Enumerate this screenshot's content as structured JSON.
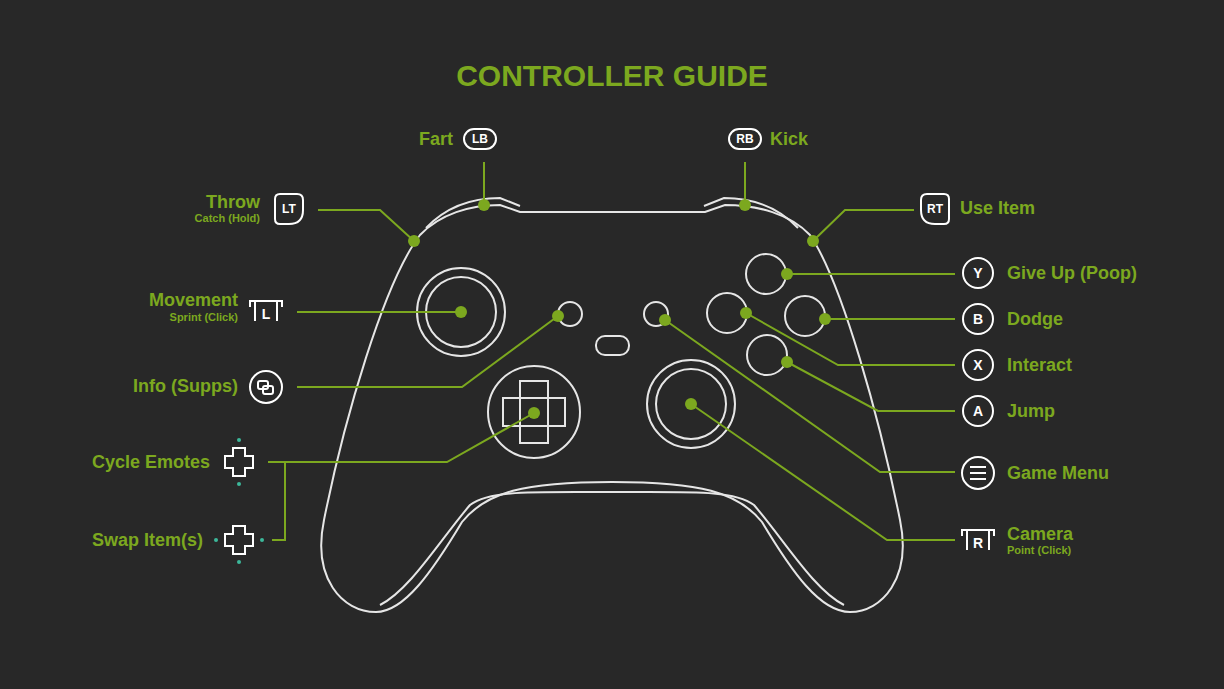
{
  "diagram": {
    "title": "CONTROLLER GUIDE",
    "nodes": [
      {
        "text": [
          "LB"
        ]
      },
      {
        "text": [
          "RB"
        ]
      },
      {
        "text": [
          "LT"
        ]
      },
      {
        "text": [
          "RT"
        ]
      },
      {
        "text": [
          "Y"
        ]
      },
      {
        "text": [
          "L"
        ]
      },
      {
        "text": [
          "B"
        ]
      },
      {
        "text": [
          "X"
        ]
      },
      {
        "text": [
          "A"
        ]
      },
      {
        "text": [
          "R"
        ]
      }
    ],
    "labels": [
      "Fart",
      "Kick",
      "Throw",
      "Catch (Hold)",
      "Use Item",
      "Give Up (Poop)",
      "Movement",
      "Sprint (Click)",
      "Dodge",
      "Interact",
      "Info (Supps)",
      "Jump",
      "Cycle Emotes",
      "Game Menu",
      "Swap Item(s)",
      "Camera",
      "Point (Click)"
    ]
  }
}
